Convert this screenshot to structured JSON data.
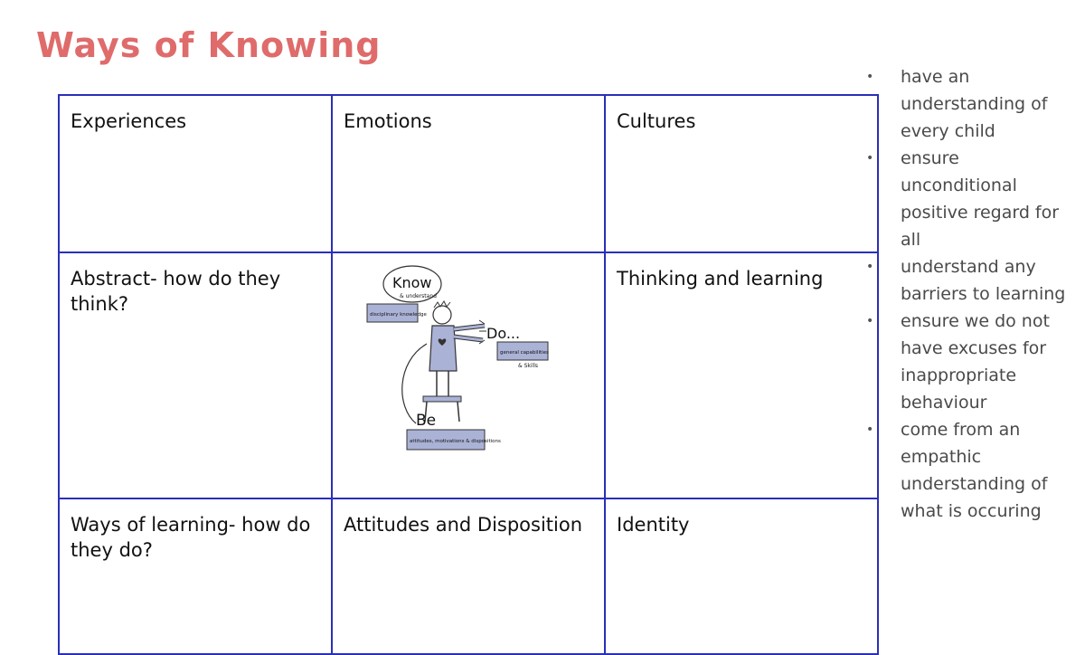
{
  "title": "Ways of Knowing",
  "grid": {
    "rows": [
      [
        "Experiences",
        "Emotions",
        "Cultures"
      ],
      [
        "Abstract- how do they think?",
        "",
        "Thinking and learning"
      ],
      [
        "Ways of learning- how do they do?",
        "Attitudes and Disposition",
        "Identity"
      ]
    ]
  },
  "illustration": {
    "know": "Know",
    "know_sub": "& understand",
    "disciplinary": "disciplinary knowledge",
    "do": "Do...",
    "general": "general capabilities",
    "skills": "& Skills",
    "be": "Be",
    "attitudes": "attitudes, motivations & dispositions"
  },
  "bullets": [
    "have an understanding of every child",
    "ensure unconditional positive regard for all",
    "understand any barriers to learning",
    "ensure we do not have excuses for inappropriate behaviour",
    "come from an empathic understanding of what is occuring"
  ],
  "colors": {
    "title": "#df6b6b",
    "grid_border": "#2a2fb8",
    "illustration_fill": "#aab2d6"
  }
}
